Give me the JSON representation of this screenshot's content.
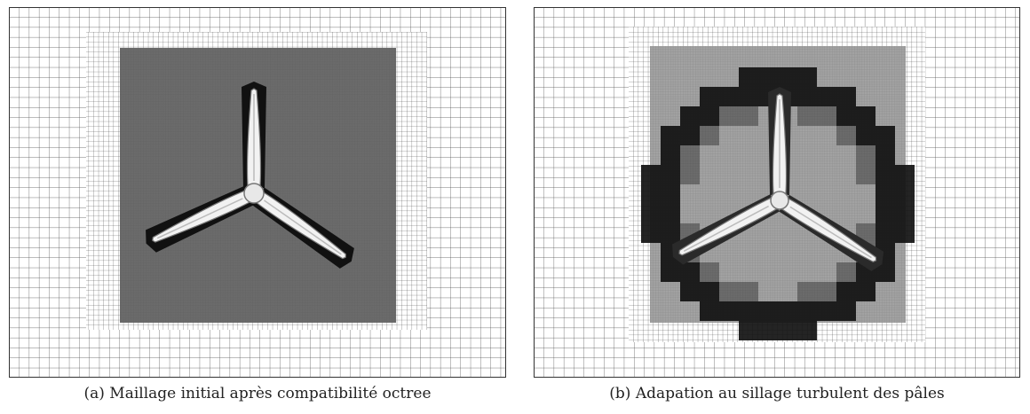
{
  "figure": {
    "panels": [
      {
        "id": "a",
        "label": "(a)",
        "caption": "Maillage initial après compatibilité octree"
      },
      {
        "id": "b",
        "label": "(b)",
        "caption": "Adapation au sillage turbulent des pâles"
      }
    ],
    "colors": {
      "grid_line": "#4a4a4a",
      "dense_core_a": "#6b6b6b",
      "dense_core_b": "#a2a2a2",
      "refined_wake": "#111111",
      "blade": "#f2f2f2",
      "blade_edge": "#777777"
    }
  }
}
